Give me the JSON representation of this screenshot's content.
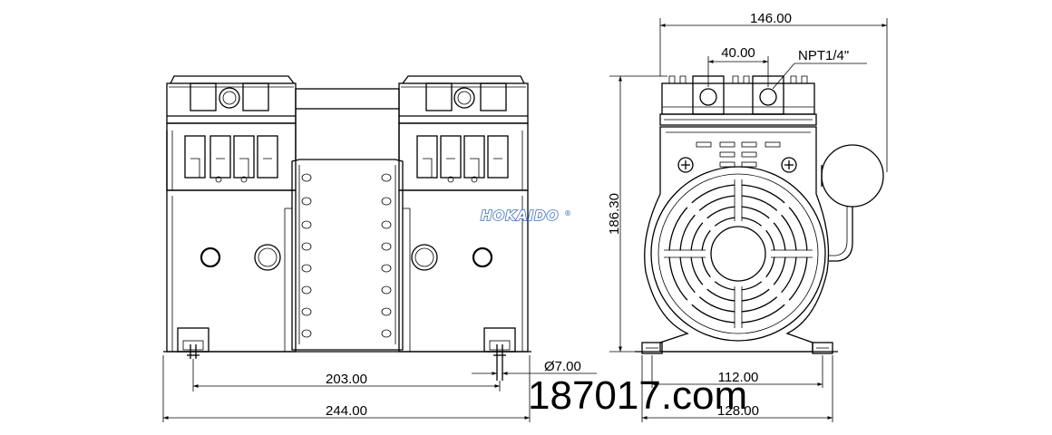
{
  "front_view": {
    "dim_203": "203.00",
    "dim_244": "244.00",
    "dim_hole": "Ø7.00",
    "logo_text": "HOKAIDO",
    "logo_mark": "®"
  },
  "side_view": {
    "dim_146": "146.00",
    "dim_40": "40.00",
    "dim_npt": "NPT1/4\"",
    "dim_186": "186.30",
    "dim_112": "112.00",
    "dim_128": "128.00"
  },
  "watermark": "187017.com",
  "colors": {
    "line": "#000000",
    "logo": "#3a6fb5"
  }
}
